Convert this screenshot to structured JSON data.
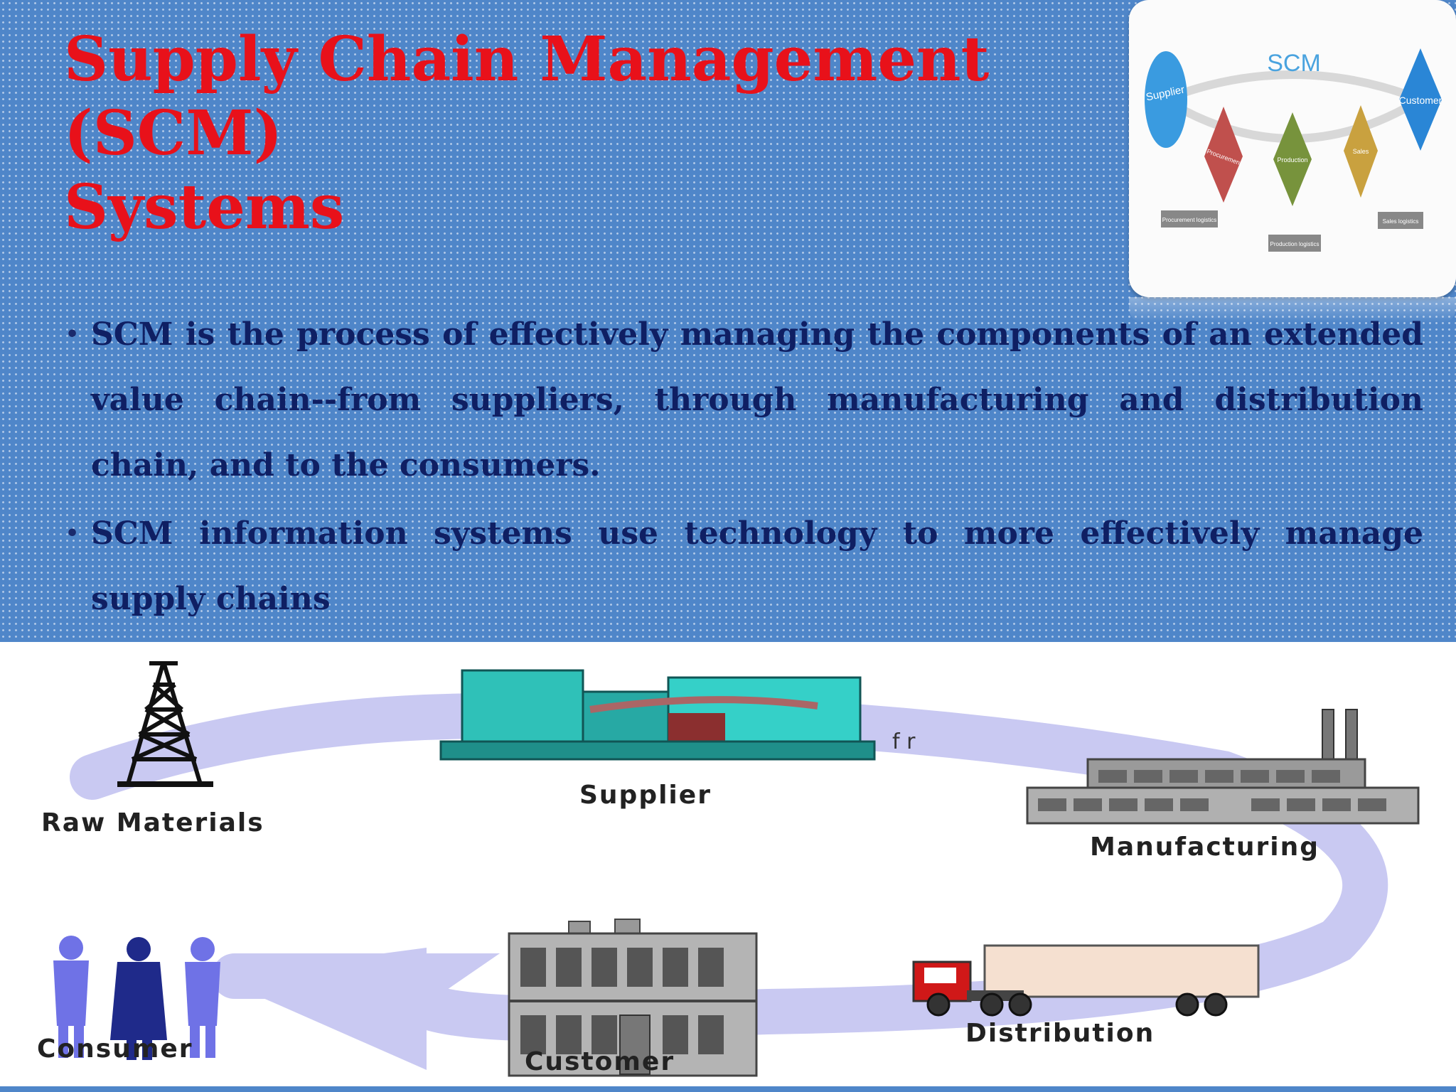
{
  "slide": {
    "title_line1": "Supply Chain Management (SCM)",
    "title_line2": "Systems",
    "bullets": [
      "SCM is the process of effectively managing the components of an extended value chain--from suppliers, through manufacturing and distribution chain, and to the consumers.",
      "SCM information systems use technology to more effectively manage supply chains"
    ],
    "bullet_glyph": "•"
  },
  "scm_thumbnail": {
    "center": "SCM",
    "start": "Supplier",
    "end": "Customer",
    "stages": [
      "Procurement",
      "Production",
      "Sales"
    ],
    "logistics": [
      "Procurement logistics",
      "Production logistics",
      "Sales logistics"
    ],
    "colors": {
      "start": "#3a9be0",
      "end": "#2a86d6",
      "procurement": "#c0504d",
      "production": "#77933c",
      "sales": "#c9a13f"
    }
  },
  "flow_diagram": {
    "stages": {
      "raw_materials": "Raw Materials",
      "supplier": "Supplier",
      "manufacturing": "Manufacturing",
      "distribution": "Distribution",
      "customer": "Customer",
      "consumer": "Consumer"
    },
    "arrow_color": "#c9c9f2"
  },
  "theme": {
    "title_color": "#e8111a",
    "text_color": "#0f1f63",
    "background": "#4f86c9"
  }
}
